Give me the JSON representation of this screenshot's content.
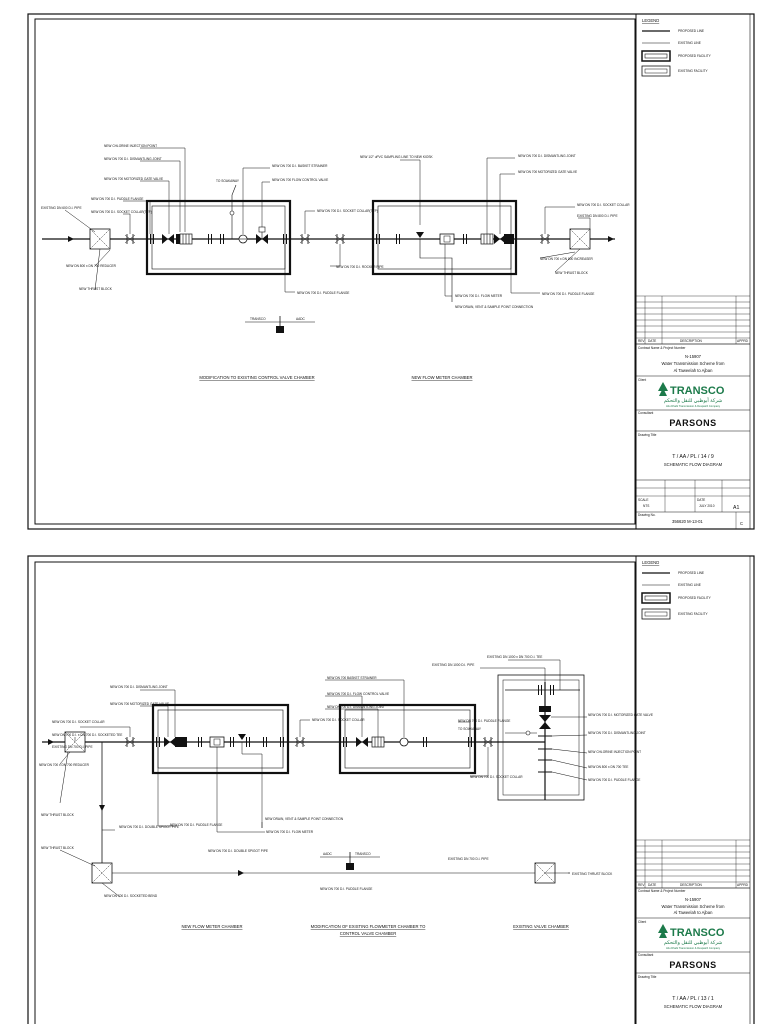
{
  "legend": {
    "title": "LEGEND",
    "items": [
      "PROPOSED LINE",
      "EXISTING LINE",
      "PROPOSED FACILITY",
      "EXISTING FACILITY"
    ]
  },
  "title_block": {
    "contract_label": "Contract Name & Project Number",
    "project_number": "N-15907",
    "project_name_1": "Water Transmission Scheme from",
    "project_name_2": "Al Taweelah to Ajban",
    "client_label": "Client",
    "client_logo": "TRANSCO",
    "client_logo_arabic": "شركة أبوظبي للنقل والتحكم",
    "client_sub": "Abu Dhabi Transmission & Despatch Company",
    "consultant_label": "Consultant",
    "consultant_logo": "PARSONS",
    "drawing_title_label": "Drawing Title",
    "rev_cols": [
      "REV",
      "DATE",
      "DESCRIPTION",
      "APPRD"
    ]
  },
  "sheet1": {
    "drawing_number_title": "T / AA / PL / 14 / 9",
    "drawing_title": "SCHEMATIC FLOW DIAGRAM",
    "size": "A1",
    "drawing_no_label": "Drawing No.",
    "drawing_no": "356620 M-13-01",
    "rev": "C",
    "scale_label": "SCALE",
    "scale": "NTS",
    "date_label": "DATE",
    "date": "JULY 2010",
    "chamber_a": "MODIFICATION TO EXISTING CONTROL VALVE CHAMBER",
    "chamber_b": "NEW FLOW METER CHAMBER",
    "callouts": {
      "chlorine": "NEW CHLORINE INJECTION POINT",
      "dismantling": "NEW DN 700 D.I. DISMANTLING JOINT",
      "mgv": "NEW DN 700 MOTORIZED GATE VALVE",
      "puddle": "NEW DN 700 D.I. PUDDLE FLANGE",
      "socket": "NEW DN 700 D.I. SOCKET COLLAR(TYP)",
      "existing_pipe": "EXISTING DN 600 D.I. PIPE",
      "reducer": "NEW DN 800 x DN 700 REDUCER",
      "thrust": "NEW THRUST BLOCK",
      "to_soakaway": "TO SOAKAWAY",
      "basket": "NEW DN 700 D.I. BASKET STRAINER",
      "fcv": "NEW DN 700 FLOW CONTROL VALVE",
      "sampling": "NEW 1/2\" uPVC SAMPLING LINE TO NEW KIOSK",
      "socket_b": "NEW DN 700 D.I. SOCKET COLLAR(TYP)",
      "rocker": "NEW DN 700 D.I. ROCKER PIPE",
      "puddle_b": "NEW DN 700 D.I. PUDDLE FLANGE",
      "flowmeter": "NEW DN 700 D.I. FLOW METER",
      "drain": "NEW DRAIN, VENT & SAMPLE POINT CONNECTION",
      "dismantling_b": "NEW DN 700 D.I. DISMANTLING JOINT",
      "mgv_b": "NEW DN 700 MOTORIZED GATE VALVE",
      "socket_c": "NEW DN 700 D.I. SOCKET COLLAR",
      "existing_pipe_b": "EXISTING DN 800 D.I. PIPE",
      "increaser": "NEW DN 700 x DN 800 INCREASER",
      "thrust_b": "NEW THRUST BLOCK",
      "puddle_c": "NEW DN 700 D.I. PUDDLE FLANGE",
      "transco": "TRANSCO",
      "aadc": "AADC"
    }
  },
  "sheet2": {
    "drawing_number_title": "T / AA / PL / 13 / 1",
    "drawing_title": "SCHEMATIC FLOW DIAGRAM",
    "chamber_a": "NEW FLOW METER CHAMBER",
    "chamber_b_1": "MODIFICATION OF EXISTING FLOWMETER CHAMBER TO",
    "chamber_b_2": "CONTROL VALVE CHAMBER",
    "chamber_c": "EXISTING VALVE CHAMBER",
    "callouts": {
      "dismantling": "NEW DN 700 D.I. DISMANTLING JOINT",
      "mgv": "NEW DN 700 MOTORIZED GATE VALVE",
      "socket": "NEW DN 700 D.I. SOCKET COLLAR",
      "tee": "NEW DN 700 D.I. x DN 700 D.I. SOCKETED TEE",
      "existing_pipe": "EXISTING DN 700 D.I. PIPE",
      "reducer": "NEW DN 700 x DN 700 REDUCER",
      "thrust": "NEW THRUST BLOCK",
      "double_spigot": "NEW DN 700 D.I. DOUBLE SPIGOT PIPE",
      "puddle": "NEW DN 700 D.I. PUDDLE FLANGE",
      "thrust2": "NEW THRUST BLOCK",
      "bend": "NEW DN 700 D.I. SOCKETED BEND",
      "drain": "NEW DRAIN, VENT & SAMPLE POINT CONNECTION",
      "flowmeter": "NEW DN 700 D.I. FLOW METER",
      "basket": "NEW DN 700 BASKET STRAINER",
      "fcv": "NEW DN 700 D.I. FLOW CONTROL VALVE",
      "dismantling_b": "NEW DN 700 D.I. DISMANTLING JOINT",
      "socket_b": "NEW DN 700 D.I. SOCKET COLLAR",
      "double_spigot_b": "NEW DN 700 D.I. DOUBLE SPIGOT PIPE",
      "puddle_b": "NEW DN 700 D.I. PUDDLE FLANGE",
      "transco": "TRANSCO",
      "aadc": "AADC",
      "existing_pipe_b": "EXISTING DN 700 D.I. PIPE",
      "existing_thrust": "EXISTING THRUST BLOCK",
      "existing_pipe_c": "EXISTING DN 1000 D.I. PIPE",
      "existing_tee": "EXISTING DN 1000 x DN 700 D.I. TEE",
      "mgv_c": "NEW DN 700 D.I. MOTORIZED GATE VALVE",
      "to_soakaway": "TO SOAKAWAY",
      "puddle_c": "NEW DN 700 D.I. PUDDLE FLANGE",
      "dismantling_c": "NEW DN 700 D.I. DISMANTLING JOINT",
      "chlorine": "NEW CHLORINE INJECTION POINT",
      "tee_c": "NEW DN 800 x DN 700 TEE",
      "puddle_d": "NEW DN 700 D.I. PUDDLE FLANGE",
      "socket_c": "NEW DN 700 D.I. SOCKET COLLAR"
    }
  }
}
